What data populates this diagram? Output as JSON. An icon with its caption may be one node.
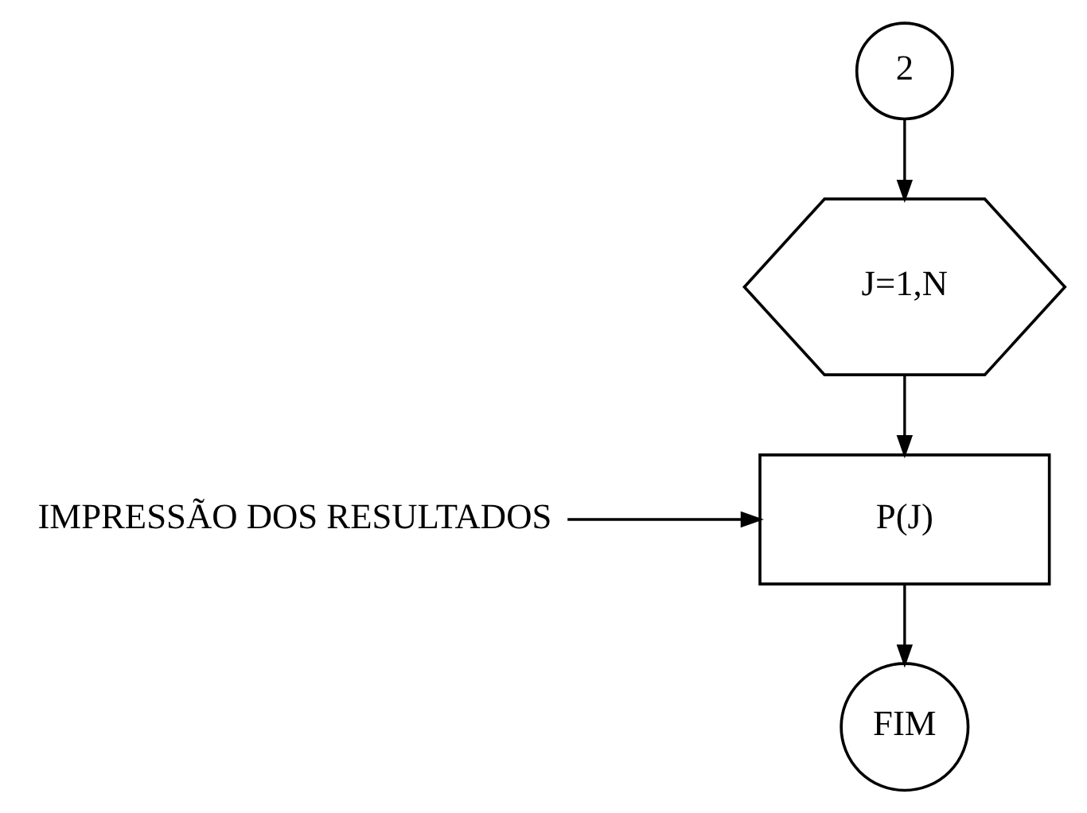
{
  "diagram": {
    "nodes": [
      {
        "text": [
          "2"
        ]
      },
      {
        "text": [
          "J=1,N"
        ]
      },
      {
        "text": [
          "P(J)"
        ]
      },
      {
        "text": [
          "FIM"
        ]
      },
      {
        "text": [
          "IMPRESSÃO DOS RESULTADOS"
        ]
      }
    ],
    "edges": [
      {
        "from": 0,
        "to": 1,
        "arrow": "to"
      },
      {
        "from": 1,
        "to": 2,
        "arrow": "to"
      },
      {
        "from": 2,
        "to": 3,
        "arrow": "to"
      },
      {
        "from": 4,
        "to": 2,
        "arrow": "to"
      }
    ]
  }
}
